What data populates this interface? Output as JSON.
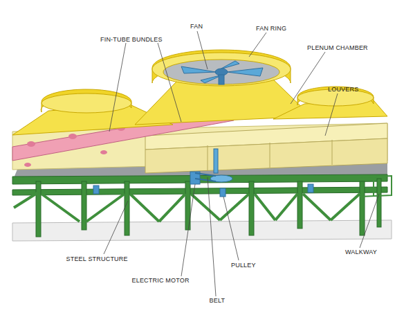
{
  "diagram": {
    "labels": [
      "FAN",
      "FAN RING",
      "FIN-TUBE BUNDLES",
      "PLENUM CHAMBER",
      "LOUVERS",
      "STEEL STRUCTURE",
      "WALKWAY",
      "PULLEY",
      "ELECTRIC MOTOR",
      "BELT"
    ]
  }
}
